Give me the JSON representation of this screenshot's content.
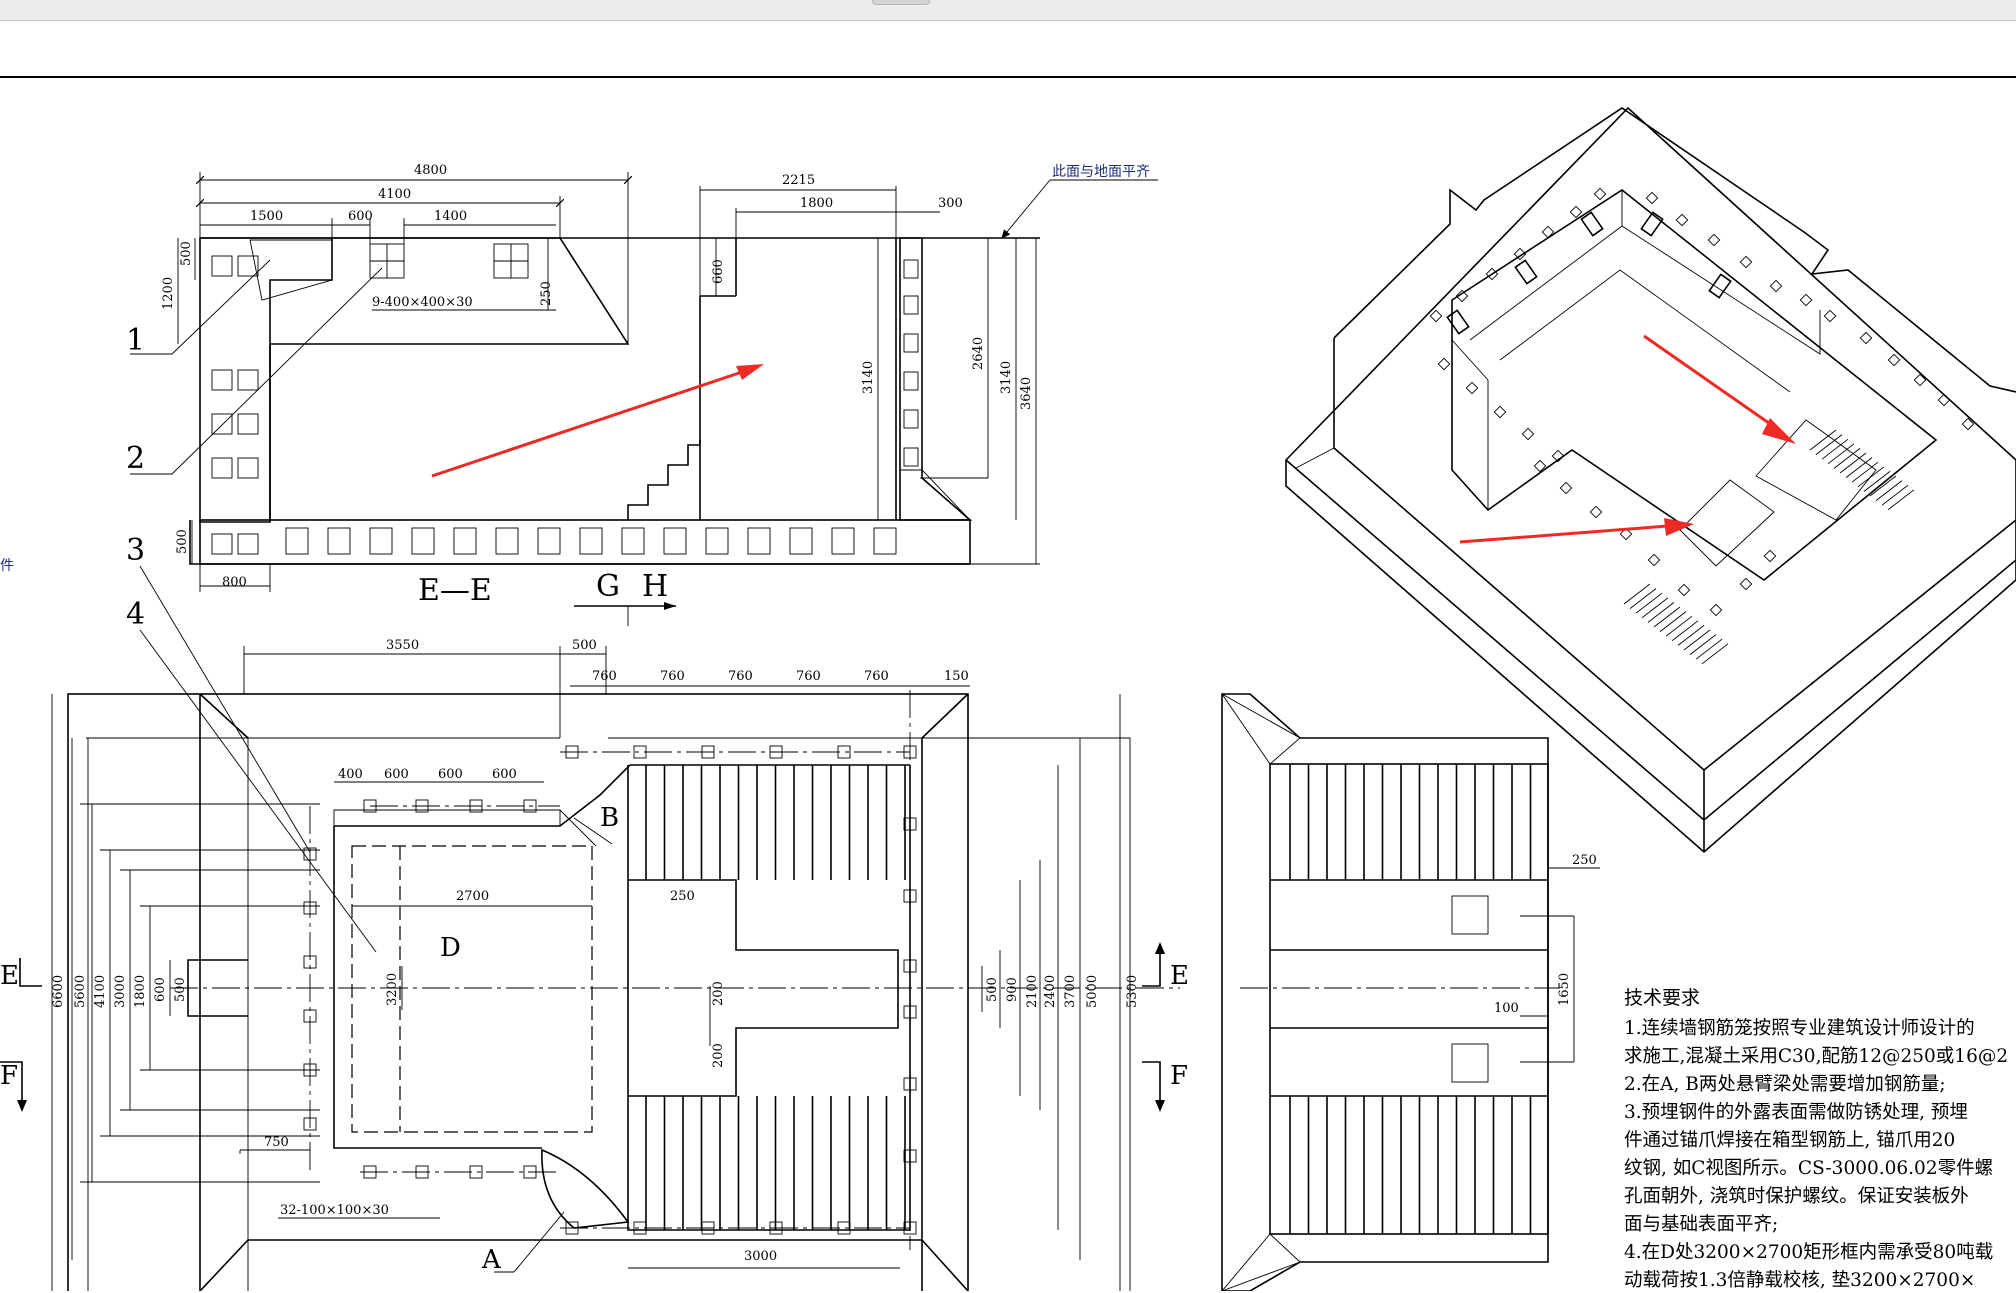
{
  "window": {
    "top_bar": ""
  },
  "elevation": {
    "dims_top": [
      "4800",
      "4100",
      "1500",
      "600",
      "1400"
    ],
    "dims_right": [
      "2215",
      "1800",
      "300"
    ],
    "dims_vertical": [
      "500",
      "1200",
      "250",
      "660",
      "3140",
      "2640",
      "3140",
      "3640",
      "500"
    ],
    "dim_bottom": "800",
    "callout_holes": "9-400×400×30",
    "ground_note": "此面与地面平齐",
    "section_label": "E—E",
    "view_labels": [
      "G",
      "H"
    ],
    "leaders": [
      "1",
      "2",
      "3",
      "4"
    ]
  },
  "plan": {
    "dims_top_row1": [
      "3550",
      "500"
    ],
    "dims_top_row2": [
      "760",
      "760",
      "760",
      "760",
      "760",
      "150"
    ],
    "dims_inner_top": [
      "400",
      "600",
      "600",
      "600"
    ],
    "dims_left": [
      "6600",
      "5600",
      "4100",
      "3000",
      "1800",
      "600",
      "500"
    ],
    "dims_right": [
      "500",
      "900",
      "2100",
      "2400",
      "3700",
      "5000",
      "5300"
    ],
    "dims_inner": [
      "2700",
      "3200",
      "250",
      "200",
      "200",
      "750"
    ],
    "dim_bottom": "3000",
    "callout_embed": "32-100×100×30",
    "labels": {
      "D": "D",
      "B": "B",
      "A": "A"
    },
    "section_marks": [
      "E",
      "F",
      "E",
      "F"
    ]
  },
  "side_section": {
    "dims": [
      "250",
      "1650",
      "100"
    ]
  },
  "tech": {
    "title": "技术要求",
    "lines": [
      "1.连续墙钢筋笼按照专业建筑设计师设计的",
      "求施工,混凝土采用C30,配筋12@250或16@2",
      "2.在A, B两处悬臂梁处需要增加钢筋量;",
      "3.预埋钢件的外露表面需做防锈处理, 预埋",
      "件通过锚爪焊接在箱型钢筋上, 锚爪用20",
      "纹钢, 如C视图所示。CS-3000.06.02零件螺",
      "孔面朝外, 浇筑时保护螺纹。保证安装板外",
      "面与基础表面平齐;",
      "4.在D处3200×2700矩形框内需承受80吨载",
      "动载荷按1.3倍静载校核, 垫3200×2700×"
    ]
  },
  "partial_label": "件",
  "colors": {
    "annotation_arrow": "#ee2a24",
    "ink": "#000000",
    "link": "#1e2f7a"
  }
}
